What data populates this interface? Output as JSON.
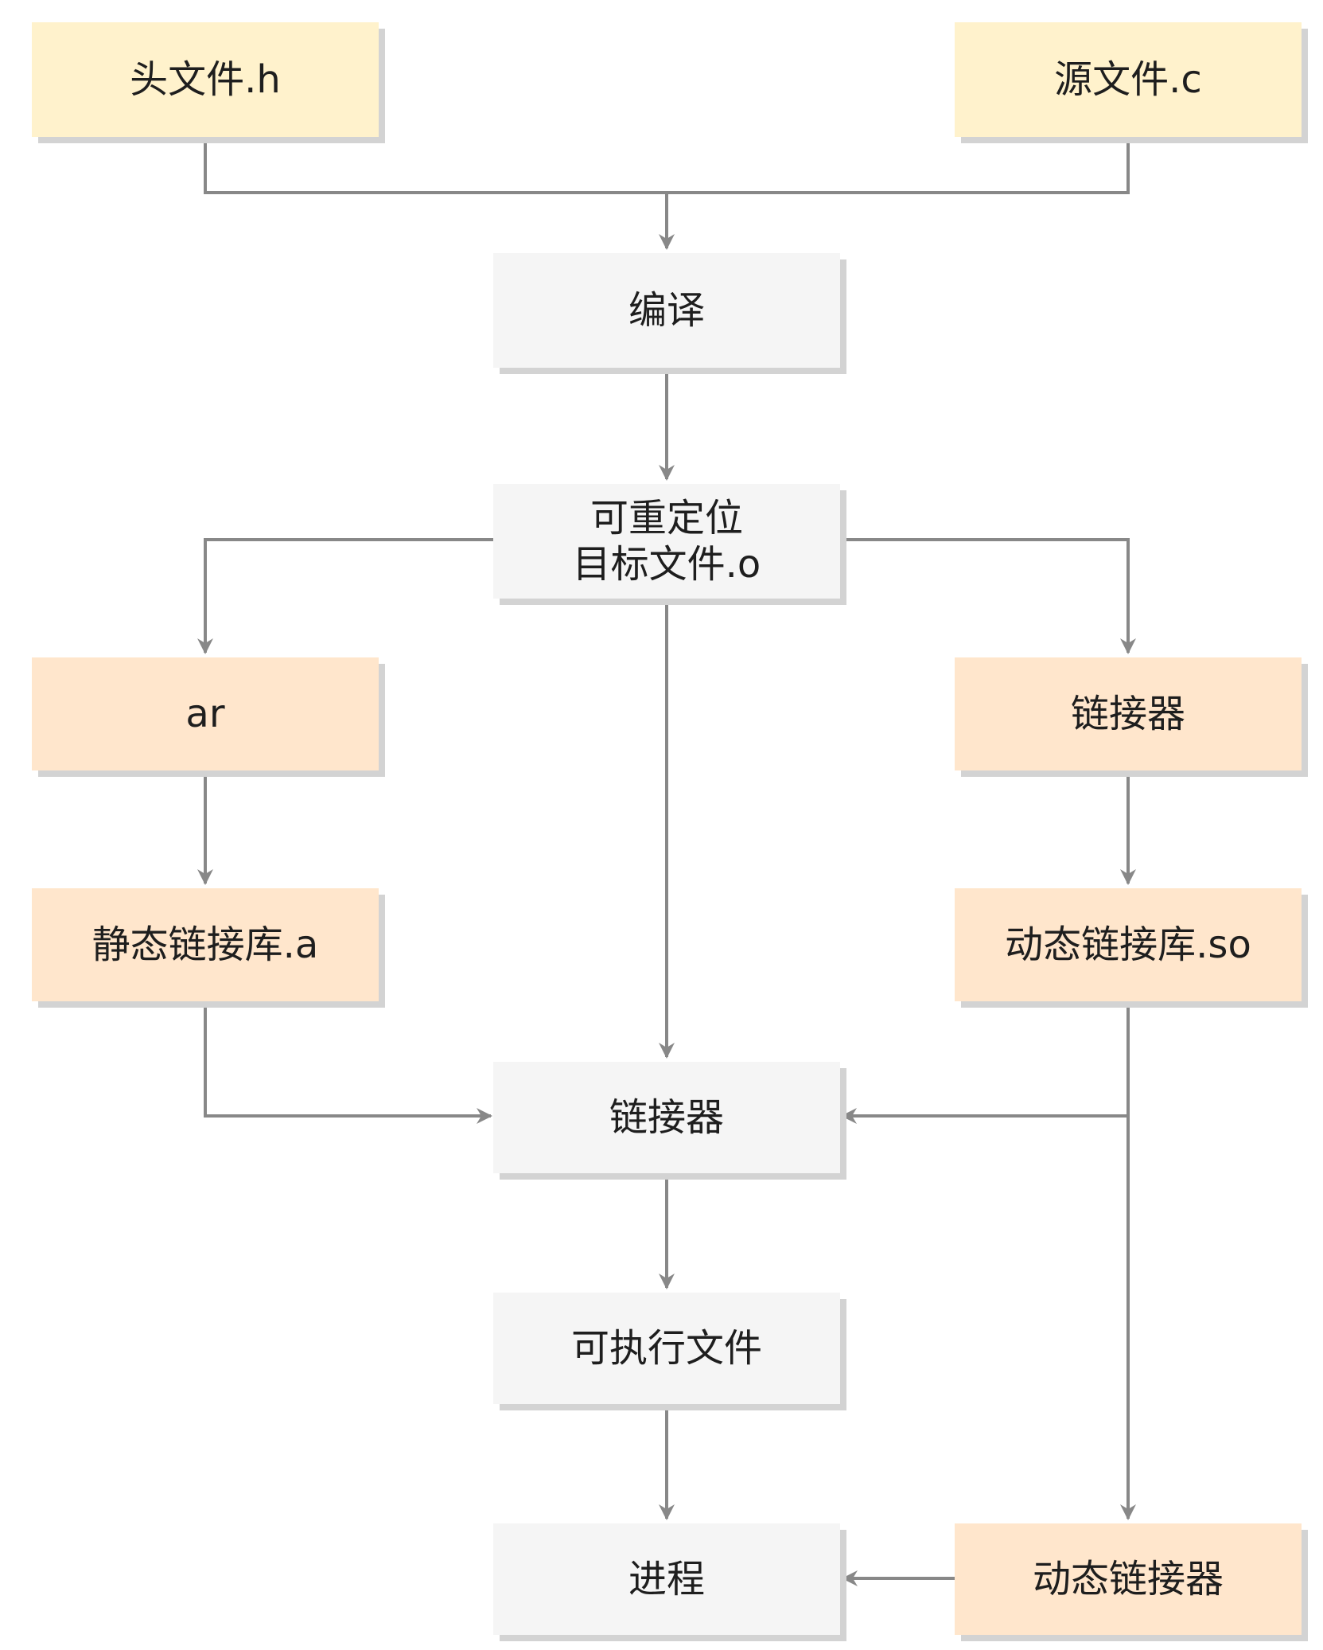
{
  "colors": {
    "source_fill": "#fff2cc",
    "tool_fill": "#ffe6cc",
    "process_fill": "#f5f5f5",
    "edge": "#888888"
  },
  "nodes": {
    "header_file": "头文件.h",
    "source_file": "源文件.c",
    "compile": "编译",
    "relocatable_object": "可重定位\n目标文件.o",
    "ar": "ar",
    "linker_right": "链接器",
    "static_lib": "静态链接库.a",
    "dynamic_lib": "动态链接库.so",
    "linker_center": "链接器",
    "executable": "可执行文件",
    "process": "进程",
    "dynamic_linker": "动态链接器"
  }
}
